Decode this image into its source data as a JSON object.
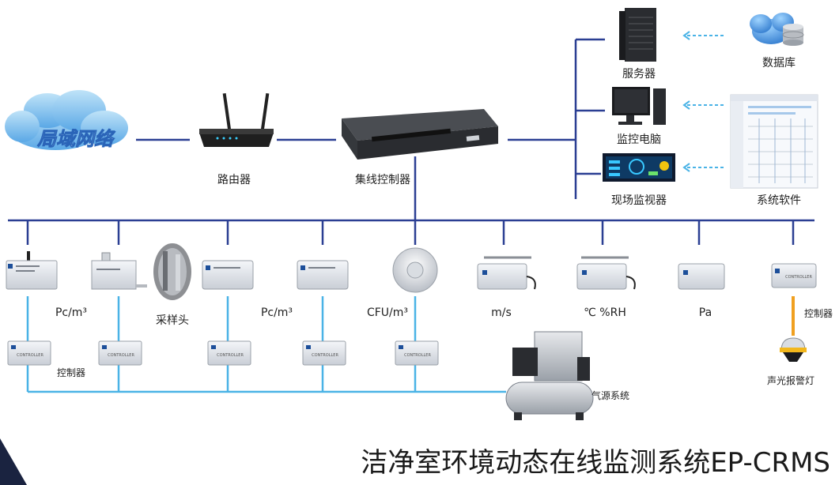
{
  "network": {
    "cloud_label": "局域网络",
    "router": "路由器",
    "hub": "集线控制器",
    "server": "服务器",
    "monitor_pc": "监控电脑",
    "site_monitor": "现场监视器",
    "database": "数据库",
    "software": "系统软件"
  },
  "sensors": {
    "pc1": "Pc/m³",
    "sampler": "采样头",
    "pc2": "Pc/m³",
    "cfu": "CFU/m³",
    "wind": "m/s",
    "temp_rh": "℃  %RH",
    "pressure": "Pa",
    "controller_right": "控制器",
    "alarm": "声光报警灯",
    "controller_left": "控制器",
    "air_source": "气源系统"
  },
  "device_text": {
    "controller_tag": "CONTROLLER"
  },
  "title": "洁净室环境动态在线监测系统EP-CRMS",
  "colors": {
    "line_dark": "#2b3f93",
    "line_light": "#4ab3e6",
    "alarm_line": "#f0a020",
    "cloud": "#4f9be0"
  }
}
